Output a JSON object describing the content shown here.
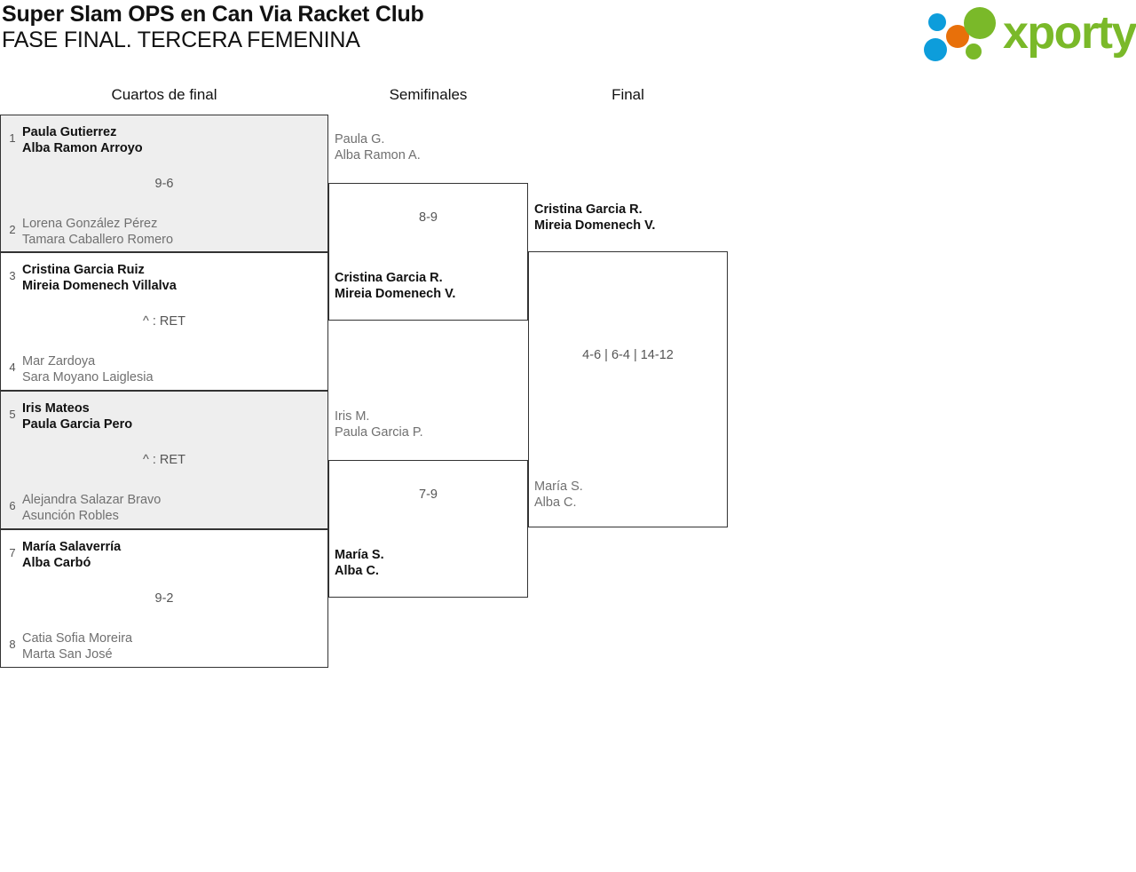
{
  "header": {
    "title_line_1": "Super Slam OPS en Can Via Racket Club",
    "title_line_2": "FASE FINAL. TERCERA FEMENINA",
    "logo_text": "xporty",
    "logo_colors": {
      "green": "#7ab929",
      "blue": "#0d9ddb",
      "orange": "#e8700a"
    }
  },
  "rounds": [
    {
      "label": "Cuartos de final"
    },
    {
      "label": "Semifinales"
    },
    {
      "label": "Final"
    }
  ],
  "bracket": {
    "quarterfinals": [
      {
        "seed_top": "1",
        "seed_bottom": "2",
        "top": {
          "line1": "Paula Gutierrez",
          "line2": "Alba Ramon Arroyo",
          "winner": true
        },
        "bottom": {
          "line1": "Lorena González Pérez",
          "line2": "Tamara Caballero Romero",
          "winner": false
        },
        "score": "9-6",
        "shaded": true
      },
      {
        "seed_top": "3",
        "seed_bottom": "4",
        "top": {
          "line1": "Cristina Garcia Ruiz",
          "line2": "Mireia Domenech Villalva",
          "winner": true
        },
        "bottom": {
          "line1": "Mar Zardoya",
          "line2": "Sara Moyano Laiglesia",
          "winner": false
        },
        "score": "^ : RET",
        "shaded": false
      },
      {
        "seed_top": "5",
        "seed_bottom": "6",
        "top": {
          "line1": "Iris Mateos",
          "line2": "Paula Garcia Pero",
          "winner": true
        },
        "bottom": {
          "line1": "Alejandra Salazar Bravo",
          "line2": "Asunción Robles",
          "winner": false
        },
        "score": "^ : RET",
        "shaded": true
      },
      {
        "seed_top": "7",
        "seed_bottom": "8",
        "top": {
          "line1": "María Salaverría",
          "line2": "Alba Carbó",
          "winner": true
        },
        "bottom": {
          "line1": "Catia Sofia Moreira",
          "line2": "Marta San José",
          "winner": false
        },
        "score": "9-2",
        "shaded": false
      }
    ],
    "semifinals": [
      {
        "top": {
          "line1": "Paula G.",
          "line2": "Alba Ramon A.",
          "winner": false
        },
        "bottom": {
          "line1": "Cristina Garcia R.",
          "line2": "Mireia Domenech V.",
          "winner": true
        },
        "score": "8-9"
      },
      {
        "top": {
          "line1": "Iris M.",
          "line2": "Paula Garcia P.",
          "winner": false
        },
        "bottom": {
          "line1": "María S.",
          "line2": "Alba C.",
          "winner": true
        },
        "score": "7-9"
      }
    ],
    "final": [
      {
        "top": {
          "line1": "Cristina Garcia R.",
          "line2": "Mireia Domenech V.",
          "winner": true
        },
        "bottom": {
          "line1": "María S.",
          "line2": "Alba C.",
          "winner": false
        },
        "score": "4-6 | 6-4 | 14-12"
      }
    ]
  }
}
